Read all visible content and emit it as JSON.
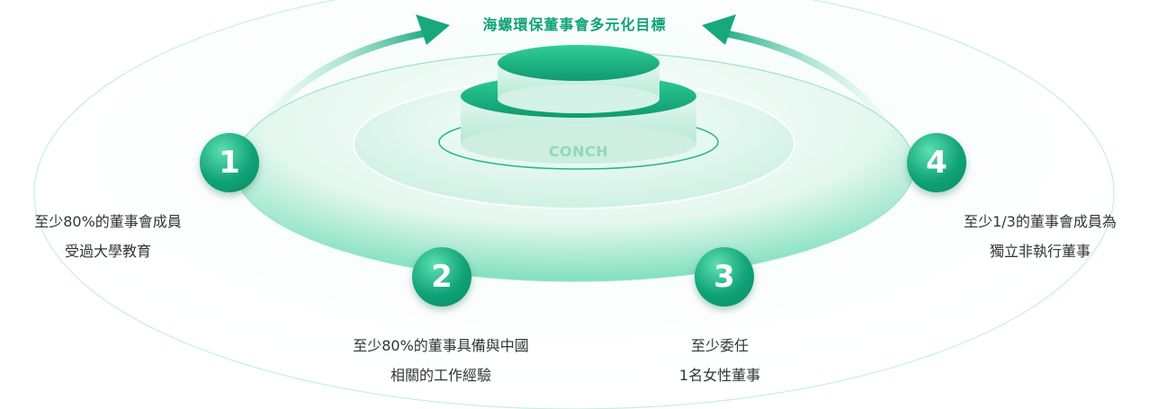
{
  "colors": {
    "accent": "#10a277",
    "accent_light": "#5ce0b1",
    "accent_dark": "#0a8a64",
    "ring": "#b7ecd9",
    "text": "#2f3634"
  },
  "header": {
    "title": "海螺環保董事會多元化目標"
  },
  "logo": {
    "text": "CONCH"
  },
  "icons": {
    "left_arrow": "curved-arrow-icon",
    "right_arrow": "curved-arrow-icon"
  },
  "targets": [
    {
      "number": "1",
      "lines": [
        "至少80%的董事會成員",
        "受過大學教育"
      ]
    },
    {
      "number": "2",
      "lines": [
        "至少80%的董事具備與中國",
        "相關的工作經驗"
      ]
    },
    {
      "number": "3",
      "lines": [
        "至少委任",
        "1名女性董事"
      ]
    },
    {
      "number": "4",
      "lines": [
        "至少1/3的董事會成員為",
        "獨立非執行董事"
      ]
    }
  ]
}
